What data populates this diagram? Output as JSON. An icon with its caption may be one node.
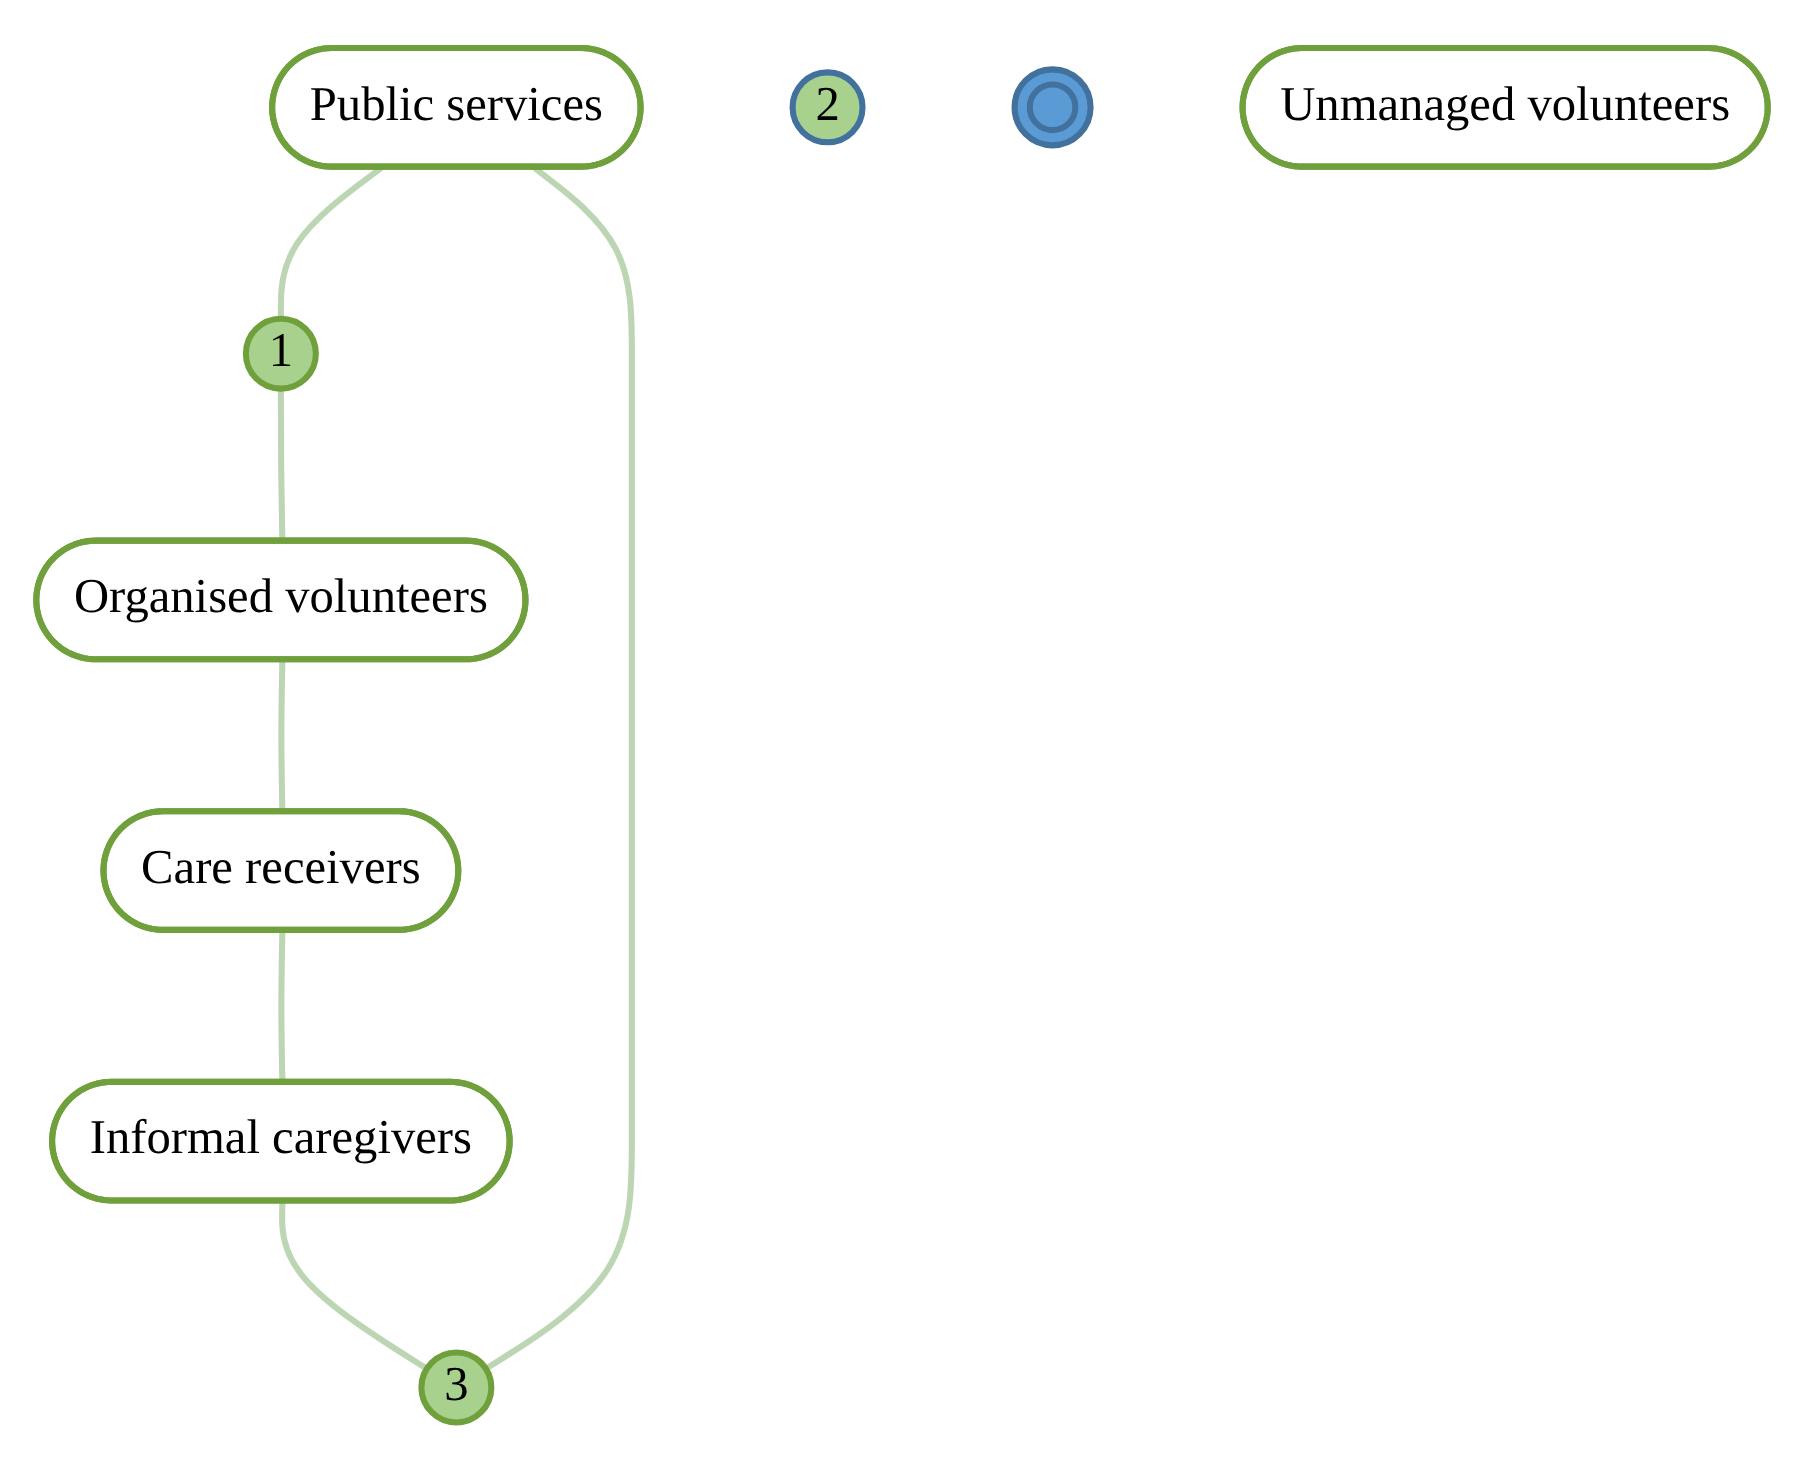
{
  "diagram": {
    "nodes": [
      {
        "text": [
          "Public services"
        ]
      },
      {
        "text": [
          "1"
        ]
      },
      {
        "text": [
          "2"
        ]
      },
      {
        "text": [
          "3"
        ]
      },
      {
        "text": [],
        "shape": "ellipse"
      },
      {
        "text": [
          "Organised volunteers"
        ]
      },
      {
        "text": [
          "Unmanaged volunteers"
        ]
      },
      {
        "text": [
          "Informal caregivers"
        ]
      },
      {
        "text": [
          "Care receivers"
        ]
      }
    ],
    "edges": [
      {
        "from": 0,
        "to": 1,
        "arrow": "none"
      },
      {
        "from": 1,
        "to": 5,
        "arrow": "none"
      },
      {
        "from": 5,
        "to": 8,
        "arrow": "none"
      },
      {
        "from": 8,
        "to": 7,
        "arrow": "none"
      },
      {
        "from": 7,
        "to": 3,
        "arrow": "none"
      },
      {
        "from": 3,
        "to": 0,
        "arrow": "none"
      }
    ]
  }
}
